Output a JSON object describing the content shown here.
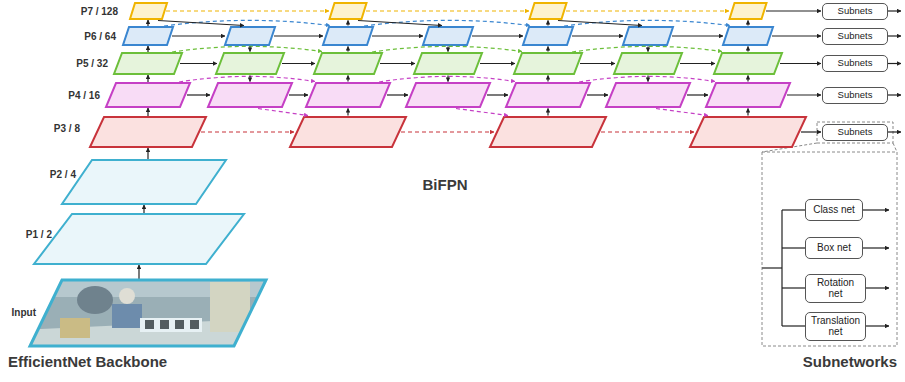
{
  "diagram": {
    "nodes": [
      {
        "text": [
          "P7 / 128"
        ]
      },
      {
        "text": [
          "P6 / 64"
        ]
      },
      {
        "text": [
          "P5 / 32"
        ]
      },
      {
        "text": [
          "P4 / 16"
        ]
      },
      {
        "text": [
          "P3 / 8"
        ]
      },
      {
        "text": [
          "P2 / 4"
        ]
      },
      {
        "text": [
          "P1 / 2"
        ]
      },
      {
        "text": [
          "Input"
        ]
      },
      {
        "text": [
          "Subnets"
        ]
      },
      {
        "text": [
          "Subnets"
        ]
      },
      {
        "text": [
          "Subnets"
        ]
      },
      {
        "text": [
          "Subnets"
        ]
      },
      {
        "text": [
          "Subnets"
        ]
      },
      {
        "text": [
          "Class net"
        ]
      },
      {
        "text": [
          "Box net"
        ]
      },
      {
        "text": [
          "Rotation net"
        ]
      },
      {
        "text": [
          "Translation net"
        ]
      }
    ],
    "edges": [
      {
        "from": 7,
        "to": 6,
        "arrow": "to"
      },
      {
        "from": 6,
        "to": 5,
        "arrow": "to"
      },
      {
        "from": 5,
        "to": 4,
        "arrow": "to"
      },
      {
        "from": 4,
        "to": 3,
        "arrow": "to"
      },
      {
        "from": 3,
        "to": 2,
        "arrow": "to"
      },
      {
        "from": 2,
        "to": 1,
        "arrow": "to"
      },
      {
        "from": 1,
        "to": 0,
        "arrow": "to"
      }
    ],
    "labels": [
      "EfficientNet Backbone",
      "BiFPN",
      "Subnetworks"
    ]
  }
}
